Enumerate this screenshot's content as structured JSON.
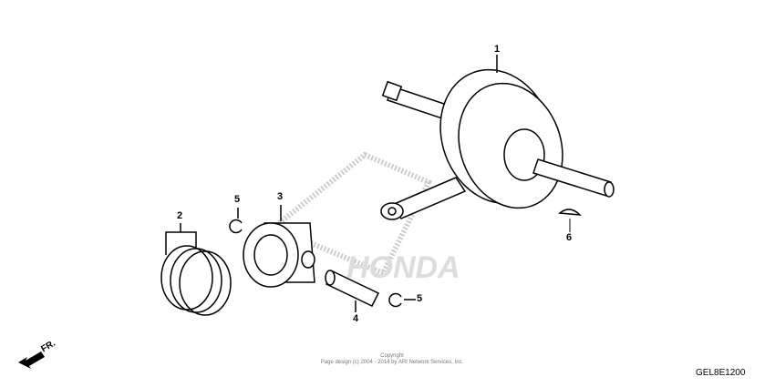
{
  "diagram": {
    "callouts": [
      {
        "number": "1",
        "part": "crankshaft"
      },
      {
        "number": "2",
        "part": "piston-ring-set"
      },
      {
        "number": "3",
        "part": "piston"
      },
      {
        "number": "4",
        "part": "piston-pin"
      },
      {
        "number": "5",
        "part": "piston-pin-clip"
      },
      {
        "number": "5",
        "part": "piston-pin-clip"
      },
      {
        "number": "6",
        "part": "woodruff-key"
      }
    ],
    "watermark": "HONDA",
    "direction_label": "FR.",
    "copyright_line1": "Copyright",
    "copyright_line2": "Page design (c) 2004 - 2014 by ARI Network Services, Inc.",
    "diagram_code": "GEL8E1200"
  }
}
